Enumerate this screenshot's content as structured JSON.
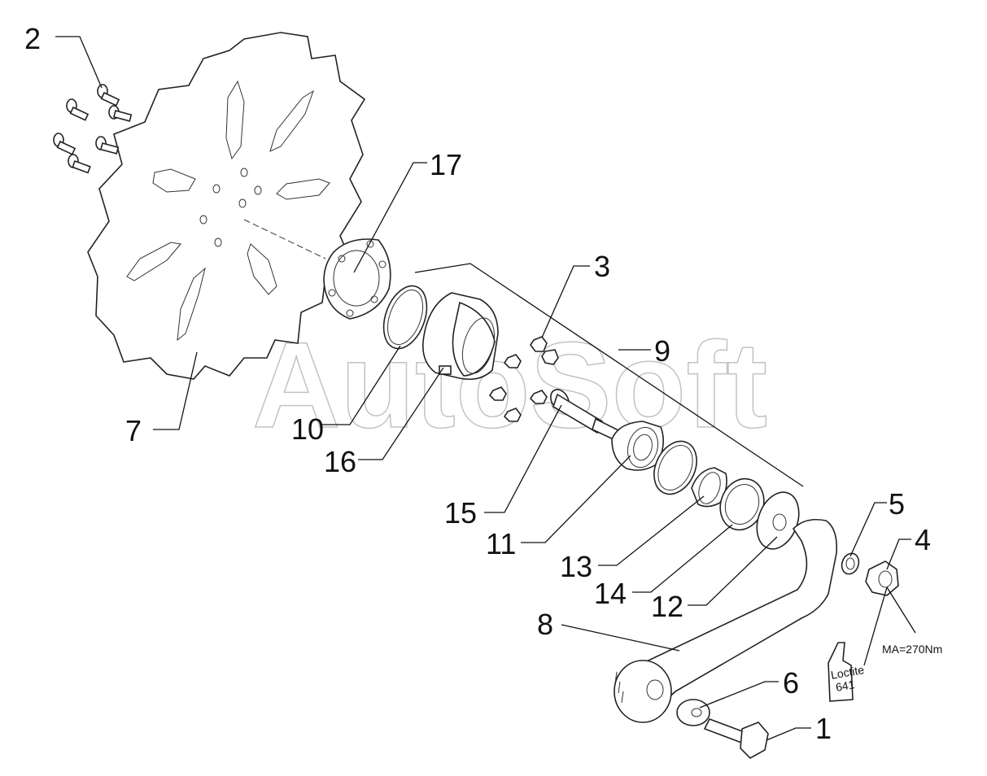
{
  "watermark": "AutoSoft",
  "callouts": {
    "c1": "1",
    "c2": "2",
    "c3": "3",
    "c4": "4",
    "c5": "5",
    "c6": "6",
    "c7": "7",
    "c8": "8",
    "c9": "9",
    "c10": "10",
    "c11": "11",
    "c12": "12",
    "c13": "13",
    "c14": "14",
    "c15": "15",
    "c16": "16",
    "c17": "17"
  },
  "torque_note": "MA=270Nm",
  "loctite": {
    "brand": "Loctite",
    "code": "641"
  },
  "icons": {
    "disc": "serrated-disc-icon",
    "arm": "hub-arm-icon",
    "tube": "loctite-tube-icon"
  }
}
